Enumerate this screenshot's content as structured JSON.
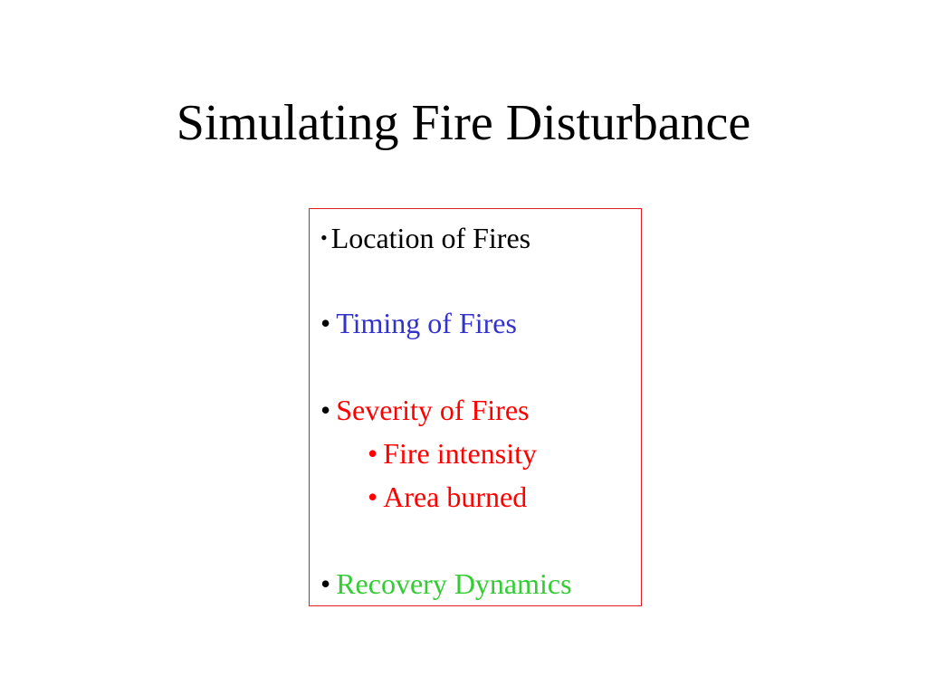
{
  "slide": {
    "title": "Simulating Fire Disturbance",
    "colors": {
      "black": "#000000",
      "blue": "#3333cc",
      "red": "#ff0000",
      "green": "#33cc33",
      "box_border": "#e02020"
    },
    "items": [
      {
        "bullet": "•",
        "text": "Location of Fires",
        "color": "#000000",
        "level": 0
      },
      {
        "bullet": "•",
        "text": "Timing of Fires",
        "color": "#3333cc",
        "level": 0
      },
      {
        "bullet": "•",
        "text": "Severity of Fires",
        "color": "#ff0000",
        "level": 0
      },
      {
        "bullet": "•",
        "text": "Fire intensity",
        "color": "#ff0000",
        "level": 1
      },
      {
        "bullet": "•",
        "text": "Area burned",
        "color": "#ff0000",
        "level": 1
      },
      {
        "bullet": "•",
        "text": "Recovery Dynamics",
        "color": "#33cc33",
        "level": 0
      }
    ]
  }
}
